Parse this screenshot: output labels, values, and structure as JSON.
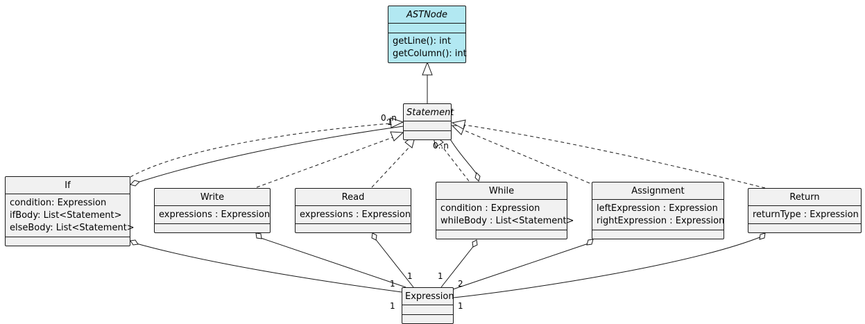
{
  "classes": {
    "astnode": {
      "name": "ASTNode",
      "attributes": [],
      "methods": [
        "getLine(): int",
        "getColumn(): int"
      ]
    },
    "statement": {
      "name": "Statement",
      "attributes": [],
      "methods": []
    },
    "if": {
      "name": "If",
      "attributes": [
        "condition: Expression",
        "ifBody: List<Statement>",
        "elseBody: List<Statement>"
      ],
      "methods": []
    },
    "write": {
      "name": "Write",
      "attributes": [
        "expressions : Expression"
      ],
      "methods": []
    },
    "read": {
      "name": "Read",
      "attributes": [
        "expressions : Expression"
      ],
      "methods": []
    },
    "while": {
      "name": "While",
      "attributes": [
        "condition : Expression",
        "whileBody : List<Statement>"
      ],
      "methods": []
    },
    "assignment": {
      "name": "Assignment",
      "attributes": [
        "leftExpression : Expression",
        "rightExpression : Expression"
      ],
      "methods": []
    },
    "return": {
      "name": "Return",
      "attributes": [
        "returnType : Expression"
      ],
      "methods": []
    },
    "expression": {
      "name": "Expression",
      "attributes": [],
      "methods": []
    }
  },
  "multiplicities": {
    "if_statement": "0..n",
    "while_statement": "0..n",
    "write_expr": "1",
    "read_expr": "1",
    "if_expr": "1",
    "while_expr": "1",
    "assign_expr": "2",
    "return_expr": "1",
    "if_statement_src": "1"
  },
  "colors": {
    "root_fill": "#b2e8f2",
    "class_fill": "#f1f1f1",
    "line": "#181818"
  }
}
